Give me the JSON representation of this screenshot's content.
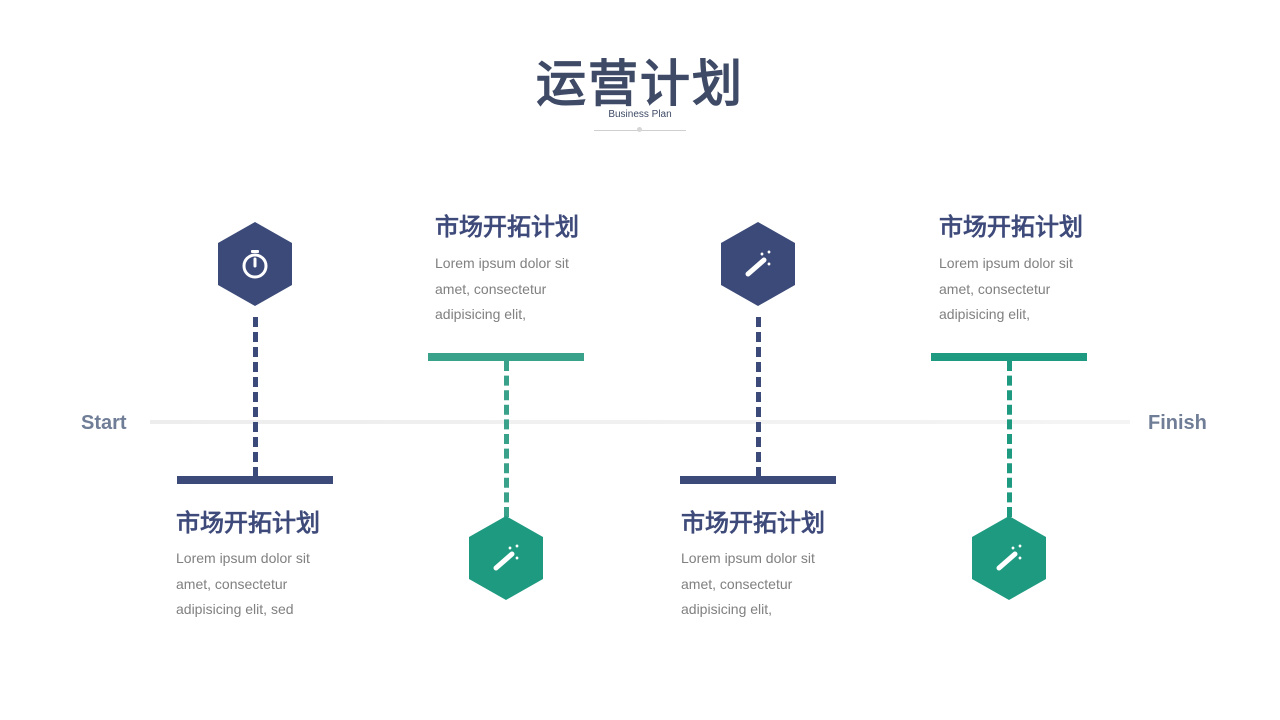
{
  "header": {
    "title": "运营计划",
    "subtitle": "Business Plan"
  },
  "timeline": {
    "start_label": "Start",
    "finish_label": "Finish"
  },
  "colors": {
    "navy": "#3b4a78",
    "teal": "#1e9a80",
    "teal_light": "#3aa18a"
  },
  "milestones": [
    {
      "icon": "stopwatch-icon",
      "title": "市场开拓计划",
      "lines": [
        "Lorem ipsum dolor sit",
        "amet, consectetur",
        "adipisicing elit, sed"
      ]
    },
    {
      "icon": "magic-wand-icon",
      "title": "市场开拓计划",
      "lines": [
        "Lorem ipsum dolor sit",
        "amet, consectetur",
        "adipisicing elit,"
      ]
    },
    {
      "icon": "magic-wand-icon",
      "title": "市场开拓计划",
      "lines": [
        "Lorem ipsum dolor sit",
        "amet, consectetur",
        "adipisicing elit,"
      ]
    },
    {
      "icon": "magic-wand-icon",
      "title": "市场开拓计划",
      "lines": [
        "Lorem ipsum dolor sit",
        "amet, consectetur",
        "adipisicing elit,"
      ]
    }
  ]
}
